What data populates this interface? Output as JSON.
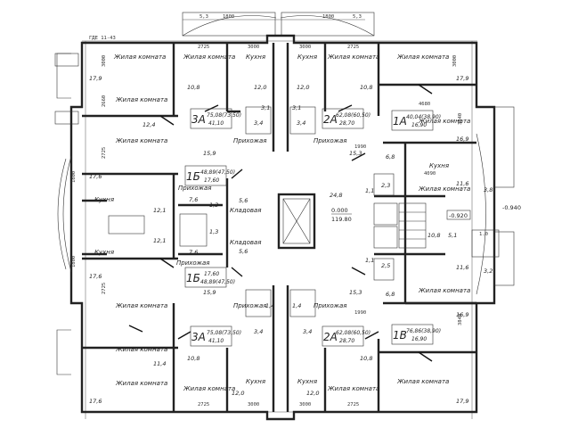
{
  "drawing": {
    "sheet_tag": "ГДЕ 11-43"
  },
  "dimensions": {
    "top": [
      "1800",
      "1800",
      "2725",
      "3000",
      "3000",
      "2725"
    ],
    "bottom": [
      "2725",
      "3000",
      "3000",
      "2725"
    ],
    "side": [
      "3000",
      "2660",
      "2725",
      "1800",
      "2725",
      "3840",
      "4680",
      "4090",
      "1800",
      "3840"
    ],
    "balcony": [
      "5,3",
      "5,3"
    ]
  },
  "rooms": [
    {
      "id": "living-tl",
      "label": "Жилая комната",
      "area": "17,9"
    },
    {
      "id": "bed-tl1",
      "label": "Жилая комната",
      "area": "10,8"
    },
    {
      "id": "kitchen-t1",
      "label": "Кухня",
      "area": "12,0"
    },
    {
      "id": "kitchen-t2",
      "label": "Кухня",
      "area": "12,0"
    },
    {
      "id": "bed-tr1",
      "label": "Жилая комната",
      "area": "10,8"
    },
    {
      "id": "living-tr",
      "label": "Жилая комната",
      "area": "17,9"
    },
    {
      "id": "living-l2",
      "label": "Жилая комната",
      "area": "12,4"
    },
    {
      "id": "living-l3",
      "label": "Жилая комната",
      "area": "17,6"
    },
    {
      "id": "hall-3a",
      "label": "Прихожая",
      "area": "15,9"
    },
    {
      "id": "hall-2a",
      "label": "Прихожая",
      "area": "15,3"
    },
    {
      "id": "kitchen-l",
      "label": "Кухня",
      "area": "12,1"
    },
    {
      "id": "hall-1b",
      "label": "Прихожая",
      "area": "7,6"
    },
    {
      "id": "storage-1",
      "label": "Кладовая",
      "area": "5,6"
    },
    {
      "id": "storage-2",
      "label": "Кладовая",
      "area": "5,6"
    },
    {
      "id": "kitchen-l2",
      "label": "Кухня",
      "area": "12,1"
    },
    {
      "id": "hall-1b2",
      "label": "Прихожая",
      "area": "7,6"
    },
    {
      "id": "living-l4",
      "label": "Жилая комната",
      "area": "17,6"
    },
    {
      "id": "living-r1",
      "label": "Жилая комната",
      "area": "11,6"
    },
    {
      "id": "kitchen-r",
      "label": "Кухня",
      "area": "11,6"
    },
    {
      "id": "living-r2",
      "label": "Жилая комната",
      "area": "16,9"
    },
    {
      "id": "living-r3",
      "label": "Жилая комната",
      "area": "16,9"
    },
    {
      "id": "hall-c",
      "label": "Прихожая",
      "area": "15,9"
    },
    {
      "id": "hall-c2",
      "label": "Прихожая",
      "area": "15,3"
    },
    {
      "id": "living-bl",
      "label": "Жилая комната",
      "area": "11,4"
    },
    {
      "id": "bed-bl",
      "label": "Жилая комната",
      "area": "10,8"
    },
    {
      "id": "kitchen-b1",
      "label": "Кухня",
      "area": "12,0"
    },
    {
      "id": "kitchen-b2",
      "label": "Кухня",
      "area": "12,0"
    },
    {
      "id": "bed-br",
      "label": "Жилая комната",
      "area": "10,8"
    },
    {
      "id": "living-br",
      "label": "Жилая комната",
      "area": "17,9"
    },
    {
      "id": "living-bl2",
      "label": "Жилая комната",
      "area": "17,6"
    }
  ],
  "small_areas": [
    "3,4",
    "3,4",
    "3,1",
    "3,1",
    "1,3",
    "1,3",
    "1,1",
    "2,3",
    "1,1",
    "2,5",
    "6,8",
    "6,8",
    "3,8",
    "5,1",
    "3,2",
    "1,4",
    "1,4",
    "3,4",
    "3,4",
    "24,8",
    "10,8",
    "5,6"
  ],
  "apartments": [
    {
      "code": "3А",
      "area_total": "75,08(73,50)",
      "area_living": "41,10"
    },
    {
      "code": "2А",
      "area_total": "62,08(60,50)",
      "area_living": "28,70"
    },
    {
      "code": "1А",
      "area_total": "40,04(38,90)",
      "area_living": "16,90"
    },
    {
      "code": "1Б",
      "area_total": "48,89(47,50)",
      "area_living": "17,60"
    },
    {
      "code": "1Б",
      "area_total": "48,89(47,50)",
      "area_living": "17,60"
    },
    {
      "code": "3А",
      "area_total": "75,08(73,50)",
      "area_living": "41,10"
    },
    {
      "code": "2А",
      "area_total": "62,08(60,50)",
      "area_living": "28,70"
    },
    {
      "code": "1В",
      "area_total": "76,86(38,90)",
      "area_living": "16,90"
    }
  ],
  "elevations": [
    "0.000",
    "119.80",
    "-0.920",
    "-0.940"
  ],
  "misc_dims": [
    "1990",
    "1990",
    "1.0"
  ]
}
